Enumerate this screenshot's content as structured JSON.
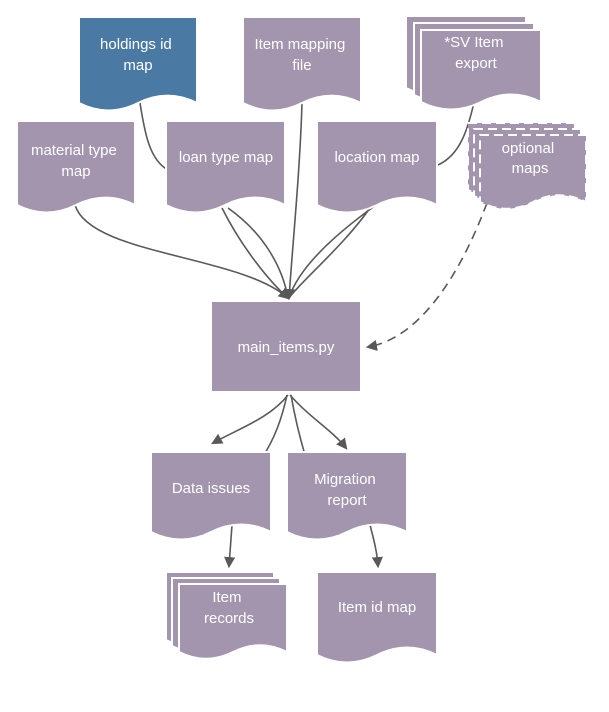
{
  "colors": {
    "node_fill": "#a295ad",
    "node_highlight": "#4a7aa3",
    "node_border": "#ffffff",
    "edge": "#595959"
  },
  "nodes": {
    "holdings_id_map": {
      "lines": [
        "holdings id",
        "map"
      ]
    },
    "item_mapping_file": {
      "lines": [
        "Item mapping",
        "file"
      ]
    },
    "sv_item_export": {
      "lines": [
        "*SV Item",
        "export"
      ]
    },
    "material_type_map": {
      "lines": [
        "material type",
        "map"
      ]
    },
    "loan_type_map": {
      "lines": [
        "loan type map"
      ]
    },
    "location_map": {
      "lines": [
        "location map"
      ]
    },
    "optional_maps": {
      "lines": [
        "optional",
        "maps"
      ]
    },
    "main_items": {
      "lines": [
        "main_items.py"
      ]
    },
    "data_issues": {
      "lines": [
        "Data issues"
      ]
    },
    "migration_report": {
      "lines": [
        "Migration",
        "report"
      ]
    },
    "item_records": {
      "lines": [
        "Item",
        "records"
      ]
    },
    "item_id_map": {
      "lines": [
        "Item id map"
      ]
    }
  }
}
